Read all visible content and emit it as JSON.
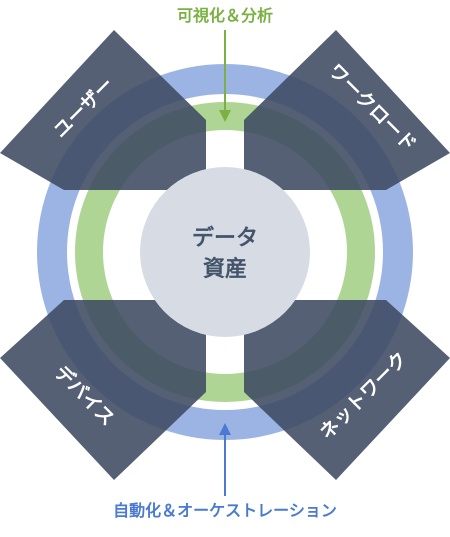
{
  "diagram": {
    "top_caption": "可視化＆分析",
    "bottom_caption": "自動化＆オーケストレーション",
    "center": {
      "line1": "データ",
      "line2": "資産"
    },
    "pillars": {
      "top_left": "ユーザー",
      "top_right": "ワークロード",
      "bottom_left": "デバイス",
      "bottom_right": "ネットワーク"
    },
    "colors": {
      "pillar": "#3e4a62",
      "blue_ring": "#7f9fdb",
      "green_ring": "#a6d088",
      "center_disc": "#d6dbe4",
      "green_text": "#7bb143",
      "blue_text": "#4a7bd0"
    }
  }
}
